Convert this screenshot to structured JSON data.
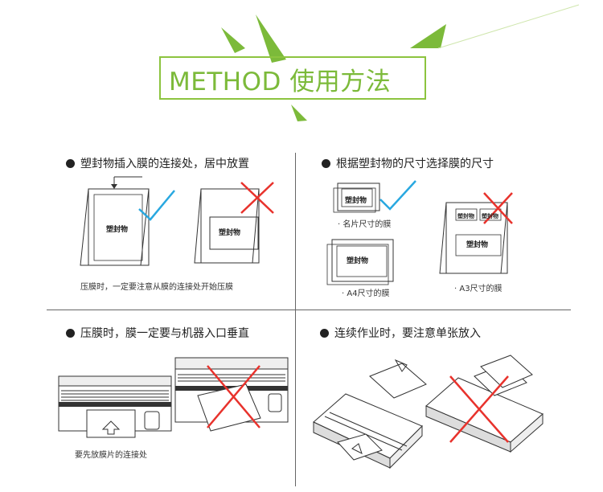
{
  "header": {
    "title": "METHOD 使用方法"
  },
  "sections": [
    {
      "heading": "塑封物插入膜的连接处，居中放置",
      "label": "塑封物",
      "caption": "压膜时，一定要注意从膜的连接处开始压膜"
    },
    {
      "heading": "根据塑封物的尺寸选择膜的尺寸",
      "label": "塑封物",
      "sizes": [
        "· 名片尺寸的膜",
        "· A4尺寸的膜",
        "· A3尺寸的膜"
      ]
    },
    {
      "heading": "压膜时，膜一定要与机器入口垂直",
      "caption": "要先放膜片的连接处"
    },
    {
      "heading": "连续作业时，要注意单张放入"
    }
  ],
  "colors": {
    "accent": "#8cc43f",
    "check": "#29a8e0",
    "cross": "#e8322c"
  },
  "icons": [
    "leaf-icon",
    "check-icon",
    "cross-icon",
    "arrow-up-icon",
    "arrow-down-icon",
    "laminator-icon"
  ]
}
